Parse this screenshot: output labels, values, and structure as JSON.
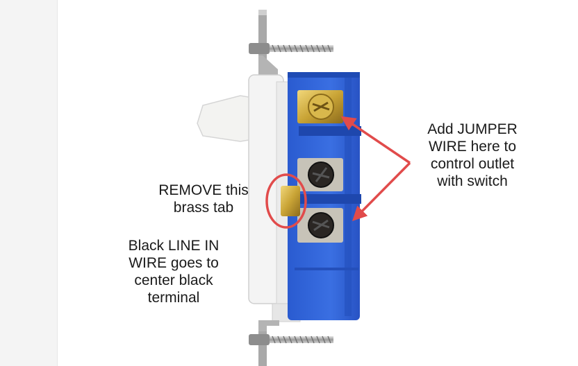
{
  "annotations": {
    "jumper": [
      "Add JUMPER",
      "WIRE here to",
      "control outlet",
      "with switch"
    ],
    "remove_tab": [
      "REMOVE this",
      "brass tab"
    ],
    "line_in": [
      "Black LINE IN",
      "WIRE goes to",
      "center black",
      "terminal"
    ]
  },
  "colors": {
    "body_blue": "#2f63d6",
    "arrow_red": "#e14b4b",
    "brass": "#c9a436",
    "black_screw": "#2a2623"
  }
}
